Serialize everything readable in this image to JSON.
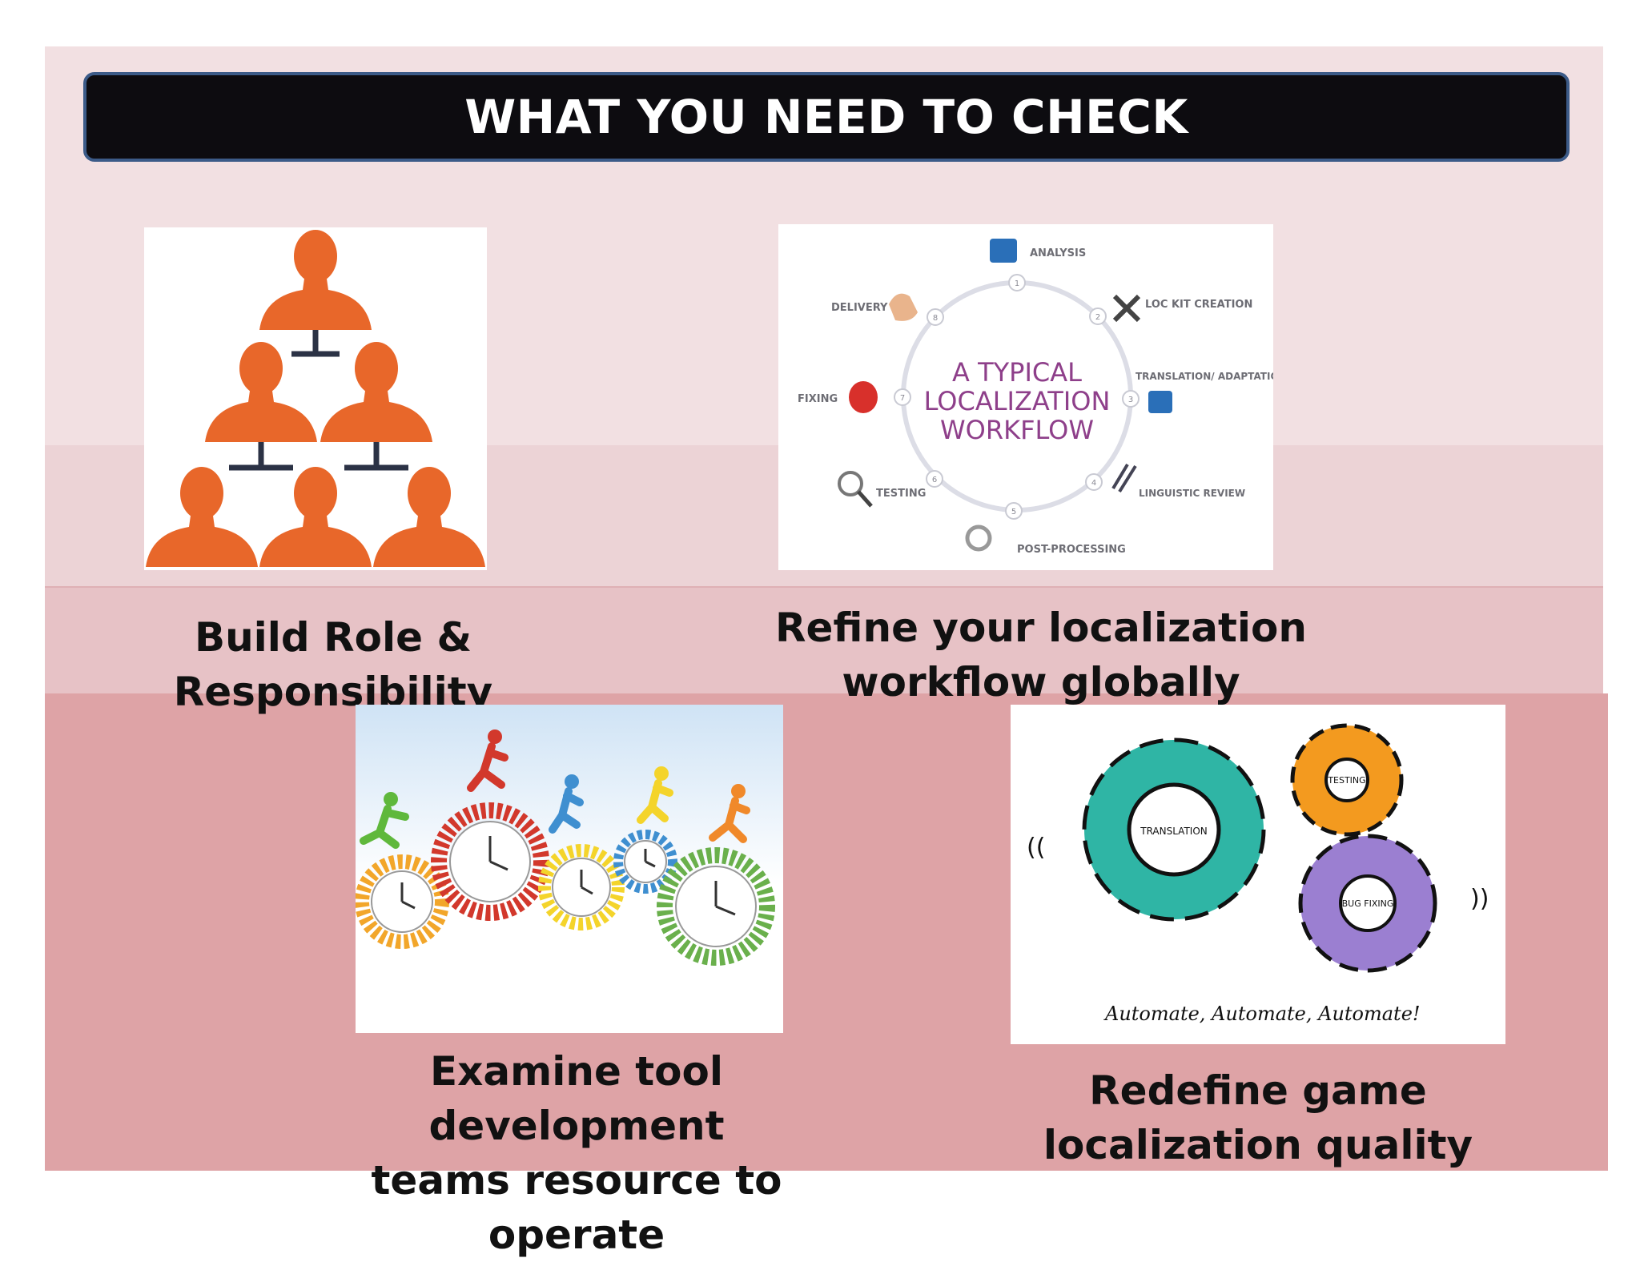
{
  "slide": {
    "title": "WHAT YOU NEED TO CHECK",
    "items": [
      {
        "caption_lines": [
          "Build Role & Responsibility"
        ],
        "image_icon": "org-chart-icon"
      },
      {
        "caption_lines": [
          "Refine your localization",
          "workflow globally"
        ],
        "image_icon": "localization-workflow-diagram"
      },
      {
        "caption_lines": [
          "Examine tool development",
          "teams resource to operate"
        ],
        "image_icon": "running-people-on-clock-gears"
      },
      {
        "caption_lines": [
          "Redefine game",
          "localization quality"
        ],
        "image_icon": "gears-drawing"
      }
    ]
  },
  "workflow": {
    "center_lines": [
      "A TYPICAL",
      "LOCALIZATION",
      "WORKFLOW"
    ],
    "steps": [
      {
        "num": "1",
        "label": "ANALYSIS"
      },
      {
        "num": "2",
        "label": "LOC KIT CREATION"
      },
      {
        "num": "3",
        "label": "TRANSLATION/ ADAPTATION"
      },
      {
        "num": "4",
        "label": "LINGUISTIC REVIEW"
      },
      {
        "num": "5",
        "label": "POST-PROCESSING"
      },
      {
        "num": "6",
        "label": "TESTING"
      },
      {
        "num": "7",
        "label": "FIXING"
      },
      {
        "num": "8",
        "label": "DELIVERY"
      }
    ]
  },
  "gears": {
    "big_label": "TRANSLATION",
    "small_labels": [
      "TESTING",
      "BUG FIXING"
    ],
    "tagline": "Automate, Automate, Automate!"
  },
  "colors": {
    "title_bg": "#0d0c10",
    "org_orange": "#e8672a",
    "teal_gear": "#2fb5a5",
    "orange_gear": "#f39a1f",
    "purple_gear": "#9b7fd1"
  }
}
